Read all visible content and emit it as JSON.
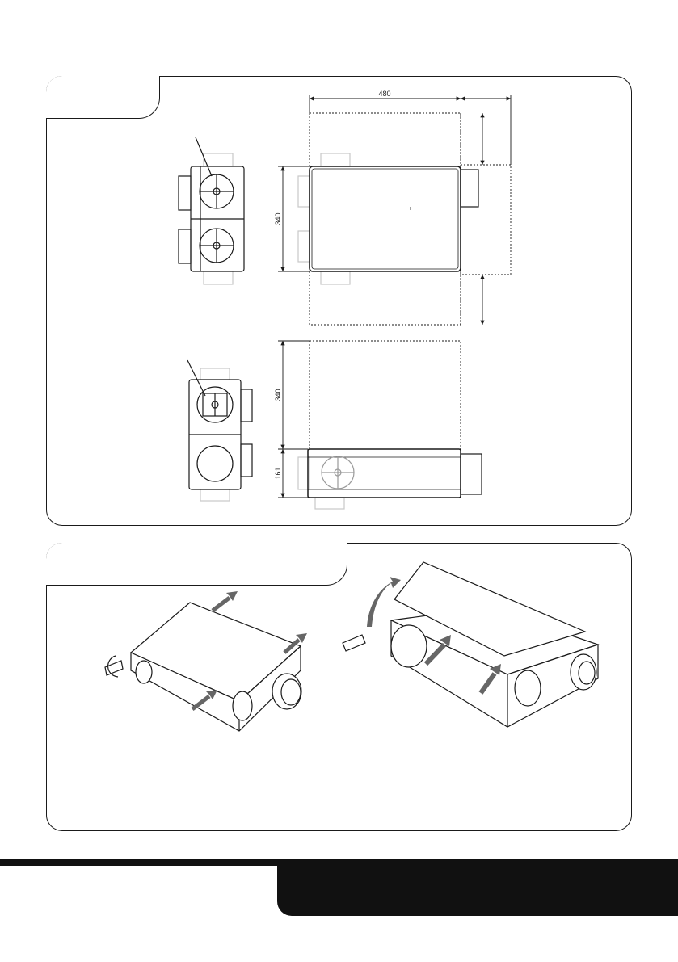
{
  "panel_top": {
    "tab_label": "",
    "dimensions": {
      "width_top": "480",
      "height_left": "340",
      "height_front": "340",
      "depth_front": "161"
    }
  },
  "panel_bottom": {
    "tab_label": ""
  },
  "colors": {
    "line": "#1a1a1a",
    "ghost": "#c8c8c8",
    "arrow": "#666666",
    "footer": "#111111"
  }
}
